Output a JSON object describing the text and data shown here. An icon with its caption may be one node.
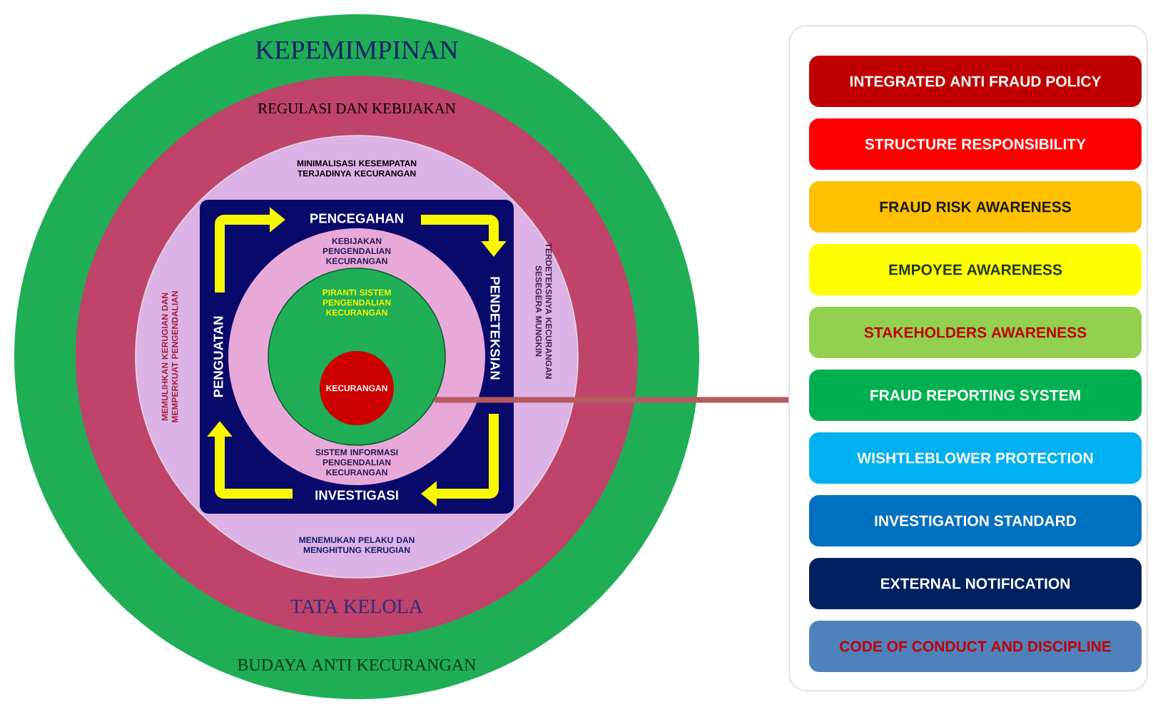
{
  "diagram": {
    "nodes": [
      {
        "text": [
          "KEPEMIMPINAN",
          "BUDAYA ANTI KECURANGAN"
        ]
      },
      {
        "text": [
          "REGULASI DAN KEBIJAKAN",
          "TATA KELOLA"
        ],
        "in": 0
      },
      {
        "text": [
          "MINIMALISASI KESEMPATAN TERJADINYA KECURANGAN",
          "TERDETEKSINYA KECURANGAN SESEGERA MUNGKIN",
          "MENEMUKAN PELAKU DAN MENGHITUNG KERUGIAN",
          "MEMULIHKAN KERUGIAN DAN MEMPERKUAT PENGENDALIAN"
        ],
        "in": 1
      },
      {
        "text": [
          "PENCEGAHAN",
          "PENDETEKSIAN",
          "INVESTIGASI",
          "PENGUATAN"
        ],
        "in": 2
      },
      {
        "text": [
          "KEBIJAKAN PENGENDALIAN KECURANGAN",
          "SISTEM INFORMASI PENGENDALIAN KECURANGAN"
        ],
        "in": 3
      },
      {
        "text": [
          "PIRANTI SISTEM PENGENDALIAN KECURANGAN"
        ],
        "in": 4
      },
      {
        "text": [
          "KECURANGAN"
        ],
        "in": 5
      },
      {
        "text": [],
        "shape": "box"
      },
      {
        "text": [
          "INTEGRATED ANTI FRAUD POLICY"
        ],
        "in": 7
      },
      {
        "text": [
          "STRUCTURE RESPONSIBILITY"
        ],
        "in": 7
      },
      {
        "text": [
          "FRAUD RISK AWARENESS"
        ],
        "in": 7
      },
      {
        "text": [
          "EMPOYEE AWARENESS"
        ],
        "in": 7
      },
      {
        "text": [
          "STAKEHOLDERS AWARENESS"
        ],
        "in": 7
      },
      {
        "text": [
          "FRAUD REPORTING SYSTEM"
        ],
        "in": 7
      },
      {
        "text": [
          "WISHTLEBLOWER PROTECTION"
        ],
        "in": 7
      },
      {
        "text": [
          "INVESTIGATION STANDARD"
        ],
        "in": 7
      },
      {
        "text": [
          "EXTERNAL NOTIFICATION"
        ],
        "in": 7
      },
      {
        "text": [
          "CODE OF CONDUCT AND DISCIPLINE"
        ],
        "in": 7
      }
    ],
    "edges": [
      {
        "from": 5,
        "to": 7,
        "arrow": "none"
      }
    ]
  }
}
